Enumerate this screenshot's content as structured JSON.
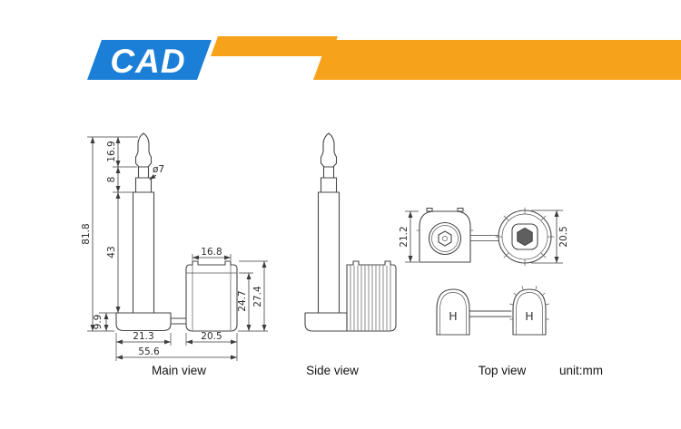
{
  "header": {
    "logo_text": "CAD",
    "brand_blue": "#1b7ed7",
    "brand_yellow": "#f7a21b"
  },
  "labels": {
    "main_view": "Main view",
    "side_view": "Side view",
    "top_view": "Top view",
    "unit": "unit:mm"
  },
  "dims": {
    "total_height": "81.8",
    "tip_height": "16.9",
    "pin_diameter": "ø7",
    "neck_height": "8",
    "shaft_height": "43",
    "base_height": "9.9",
    "base_width": "21.3",
    "lock_width": "20.5",
    "total_width": "55.6",
    "lock_top_width": "16.8",
    "lock_inner_height": "24.7",
    "lock_total_height": "27.4",
    "top_left_height": "21.2",
    "top_right_diameter": "20.5",
    "marking": "H"
  },
  "drawing": {
    "line_color": "#474747",
    "subject": "bolt seal technical drawing"
  }
}
